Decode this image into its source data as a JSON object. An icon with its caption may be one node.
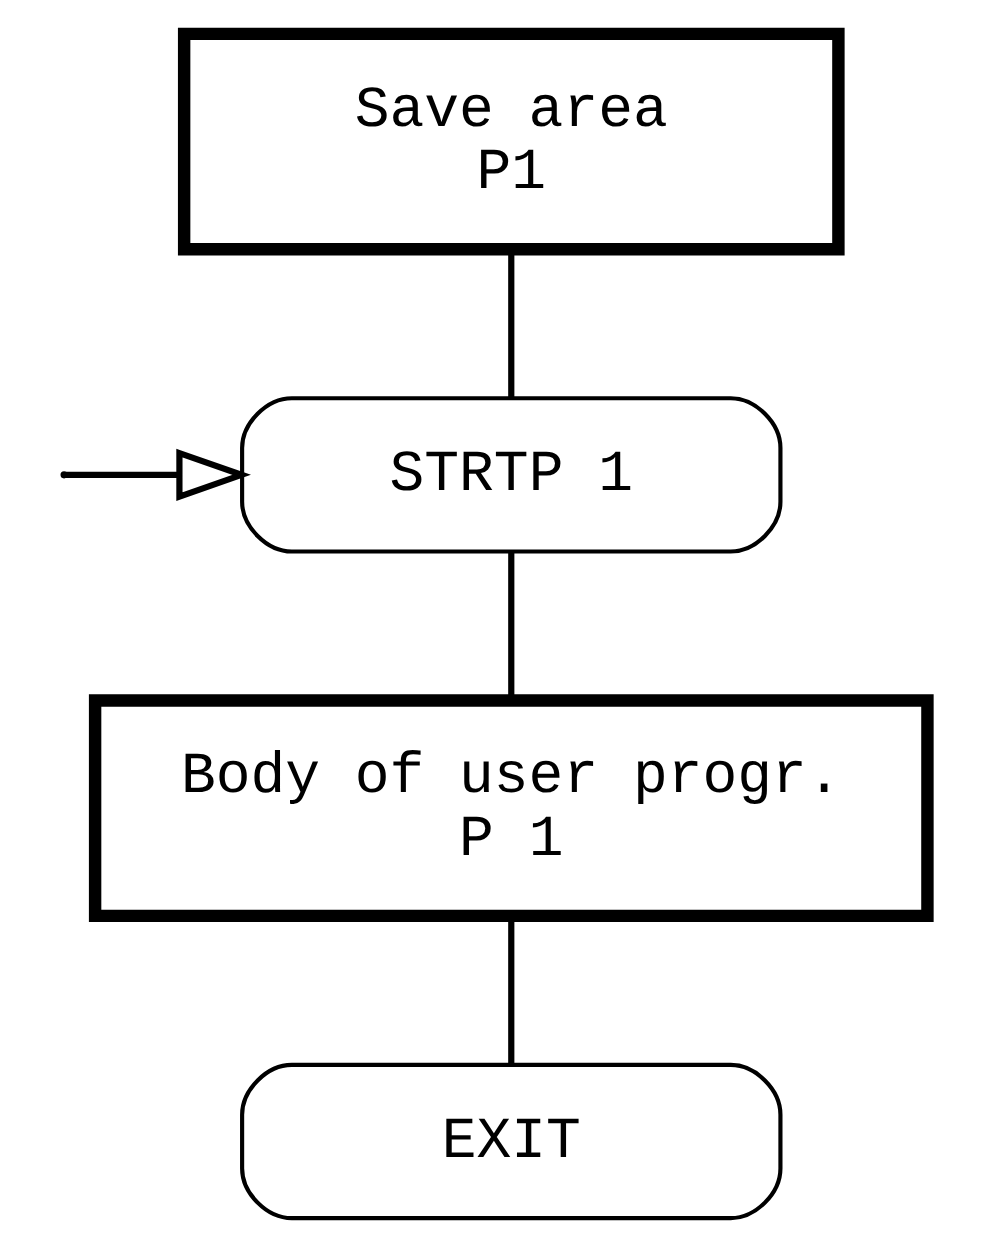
{
  "diagram": {
    "nodes": [
      {
        "text": [
          "Save area",
          "P1"
        ]
      },
      {
        "text": [
          "STRTP 1"
        ]
      },
      {
        "text": [
          "Body of user progr.",
          "P 1"
        ]
      },
      {
        "text": [
          "EXIT"
        ]
      }
    ],
    "edges": [
      {
        "from": 0,
        "to": 1,
        "arrow": "none"
      },
      {
        "from": 1,
        "to": 2,
        "arrow": "none"
      },
      {
        "from": 2,
        "to": 3,
        "arrow": "none"
      },
      {
        "from": null,
        "to": 1,
        "arrow": "to"
      }
    ]
  }
}
